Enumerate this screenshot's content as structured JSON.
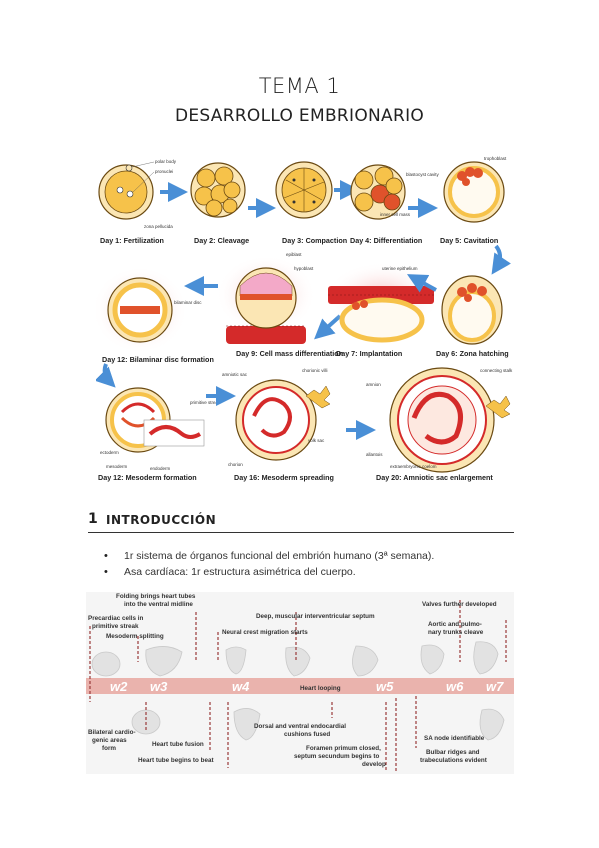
{
  "header": {
    "title": "TEMA 1",
    "subtitle": "DESARROLLO EMBRIONARIO"
  },
  "figure": {
    "stages": {
      "day1": "Day 1: Fertilization",
      "day2": "Day 2: Cleavage",
      "day3": "Day 3: Compaction",
      "day4": "Day 4: Differentiation",
      "day5": "Day 5: Cavitation",
      "day6": "Day 6: Zona hatching",
      "day7": "Day 7: Implantation",
      "day9": "Day 9: Cell mass differentiation",
      "day12a": "Day 12: Bilaminar disc formation",
      "day12b": "Day 12: Mesoderm formation",
      "day16": "Day 16: Mesoderm spreading",
      "day20": "Day 20: Amniotic sac enlargement"
    },
    "callouts": {
      "polar_body": "polar body",
      "pronuclei": "pronuclei",
      "zona": "zona pellucida",
      "inner_cell": "inner cell mass",
      "trophoblast": "trophoblast",
      "blastocyst_cavity": "blastocyst cavity",
      "epiblast": "epiblast",
      "hypoblast": "hypoblast",
      "uterine_epithelium": "uterine epithelium",
      "bilaminar_disc": "bilaminar disc",
      "ectoderm": "ectoderm",
      "mesoderm": "mesoderm",
      "endoderm": "endoderm",
      "primitive_streak": "primitive streak",
      "amniotic_sac": "amniotic sac",
      "yolk_sac": "yolk sac",
      "chorion": "chorion",
      "chorionic_villi": "chorionic villi",
      "connecting_stalk": "connecting stalk",
      "amnion": "amnion",
      "allantois": "allantois",
      "extraembryonic_coelom": "extraembryonic coelom"
    }
  },
  "section": {
    "number": "1",
    "title": "INTRODUCCIÓN"
  },
  "bullets": [
    "1r sistema de órganos funcional del embrión humano (3ª semana).",
    "Asa cardíaca: 1r estructura asimétrica del cuerpo."
  ],
  "timeline": {
    "weeks": [
      "w2",
      "w3",
      "w4",
      "w5",
      "w6",
      "w7"
    ],
    "labels": {
      "folding": "Folding brings heart tubes",
      "folding2": "into the ventral midline",
      "precardiac": "Precardiac cells in",
      "precardiac2": "primitive streak",
      "mesoderm": "Mesoderm splitting",
      "septum": "Deep, muscular interventricular septum",
      "neural": "Neural crest migration starts",
      "valves": "Valves further developed",
      "aortic": "Aortic and pulmo-",
      "aortic2": "nary trunks cleave",
      "looping": "Heart looping",
      "bilateral": "Bilateral cardio-",
      "bilateral2": "genic areas",
      "bilateral3": "form",
      "fusion": "Heart tube fusion",
      "beat": "Heart tube begins to beat",
      "cushions": "Dorsal and ventral endocardial",
      "cushions2": "cushions fused",
      "foramen": "Foramen primum closed,",
      "foramen2": "septum secundum begins to",
      "foramen3": "develop",
      "sa_node": "SA node identifiable",
      "bulbar": "Bulbar ridges and",
      "bulbar2": "trabeculations evident"
    }
  },
  "colors": {
    "arrow": "#4a8fd6",
    "cell_fill": "#f6c24a",
    "cell_stroke": "#6b4a12",
    "red_tissue": "#d42a2a",
    "pink_glow": "#f7b7b7",
    "week_band": "#e8a7a0",
    "week_text": "#ffffff",
    "dashed": "#9a3a3a"
  }
}
